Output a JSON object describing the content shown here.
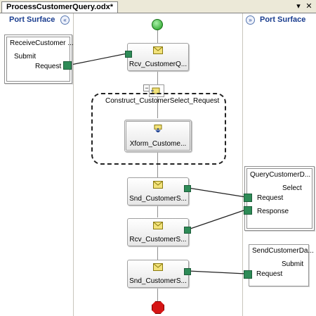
{
  "tab": {
    "title": "ProcessCustomerQuery.odx*",
    "close": "✕",
    "pin": "▾"
  },
  "left_surface": {
    "title": "Port Surface",
    "collapse": "«",
    "port": {
      "name": "ReceiveCustomer ...",
      "operation": "Submit",
      "message": "Request"
    }
  },
  "right_surface": {
    "title": "Port Surface",
    "collapse": "»",
    "ports": [
      {
        "name": "QueryCustomerD...",
        "operation": "Select",
        "request": "Request",
        "response": "Response"
      },
      {
        "name": "SendCustomerDa...",
        "operation": "Submit",
        "request": "Request"
      }
    ]
  },
  "orchestration": {
    "scope_title": "Construct_CustomerSelect_Request",
    "collapse_glyph": "−",
    "shapes": [
      {
        "label": "Rcv_CustomerQ...",
        "kind": "receive"
      },
      {
        "label": "Xform_Custome...",
        "kind": "transform"
      },
      {
        "label": "Snd_CustomerS...",
        "kind": "send"
      },
      {
        "label": "Rcv_CustomerS...",
        "kind": "receive"
      },
      {
        "label": "Snd_CustomerS...",
        "kind": "send"
      }
    ]
  },
  "colors": {
    "port_surface_title": "#1a3d8f",
    "port_handle": "#2e8b57",
    "start": "#1a9b1a",
    "end": "#d51515"
  }
}
